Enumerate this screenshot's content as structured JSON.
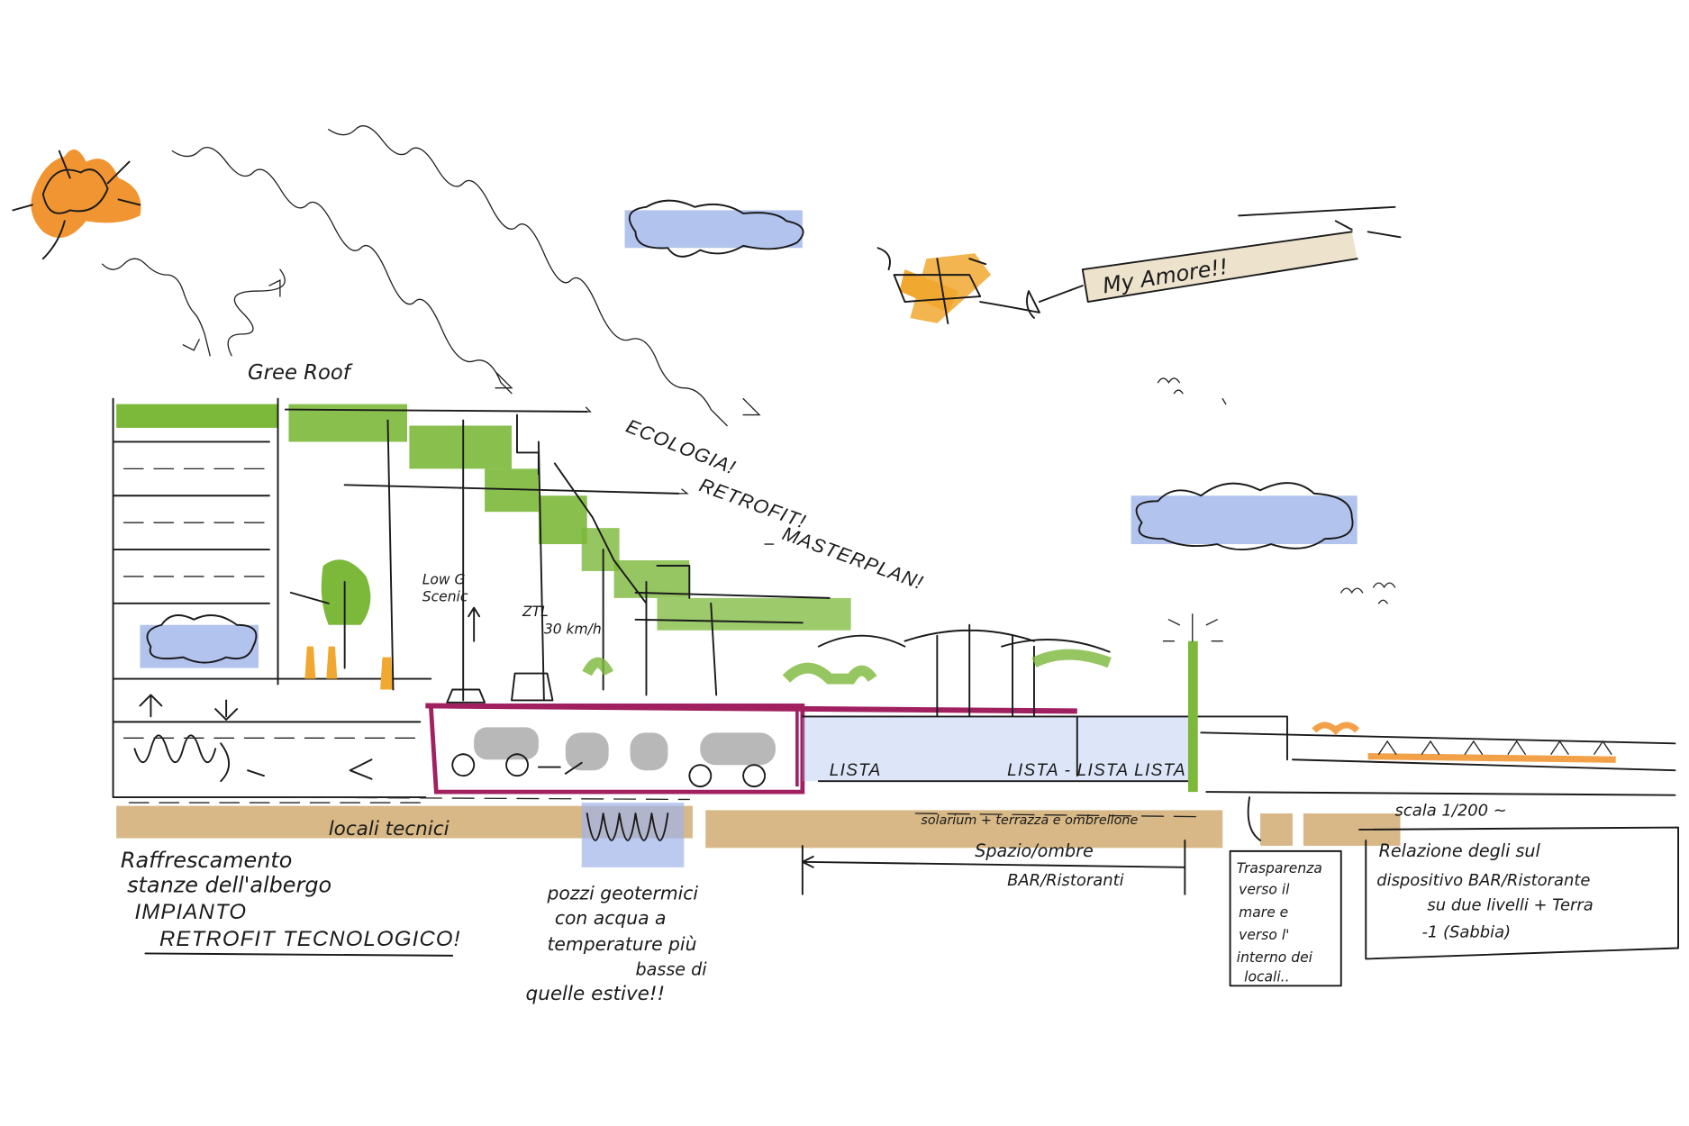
{
  "colors": {
    "green": "#7cb83a",
    "orange": "#f08a1c",
    "blue": "#9fb4ea",
    "sand": "#d7b886",
    "magenta": "#a02060",
    "ink": "#1a1a1a"
  },
  "labels": {
    "green_roof": "Gree Roof",
    "ecologia": "ECOLOGIA!",
    "retrofit": "RETROFIT!",
    "masterplan": "MASTERPLAN!",
    "scenic": [
      "Low G",
      "Scenic"
    ],
    "ztl": [
      "ZTL",
      "30 km/h"
    ],
    "banner": "My Amore!!",
    "locali_tecnici": "locali tecnici",
    "raffrescamento": [
      "Raffrescamento",
      "stanze dell'albergo",
      "IMPIANTO",
      "RETROFIT TECNOLOGICO!"
    ],
    "pozzi": [
      "pozzi geotermici",
      "con acqua a",
      "temperature più",
      "basse di",
      "quelle estive!!"
    ],
    "solarium": "solarium + terrazza e ombrellone",
    "spazio": "Spazio/ombre",
    "bar": "BAR/Ristoranti",
    "trasparenza": [
      "Trasparenza",
      "verso il",
      "mare e",
      "verso l'",
      "interno dei",
      "locali.."
    ],
    "scala": "scala 1/200 ~",
    "relazione": [
      "Relazione degli sul",
      "dispositivo BAR/Ristorante",
      "su due livelli + Terra",
      "-1 (Sabbia)"
    ],
    "beach_text": "LISTA",
    "beach_text2": "LISTA - LISTA LISTA"
  }
}
